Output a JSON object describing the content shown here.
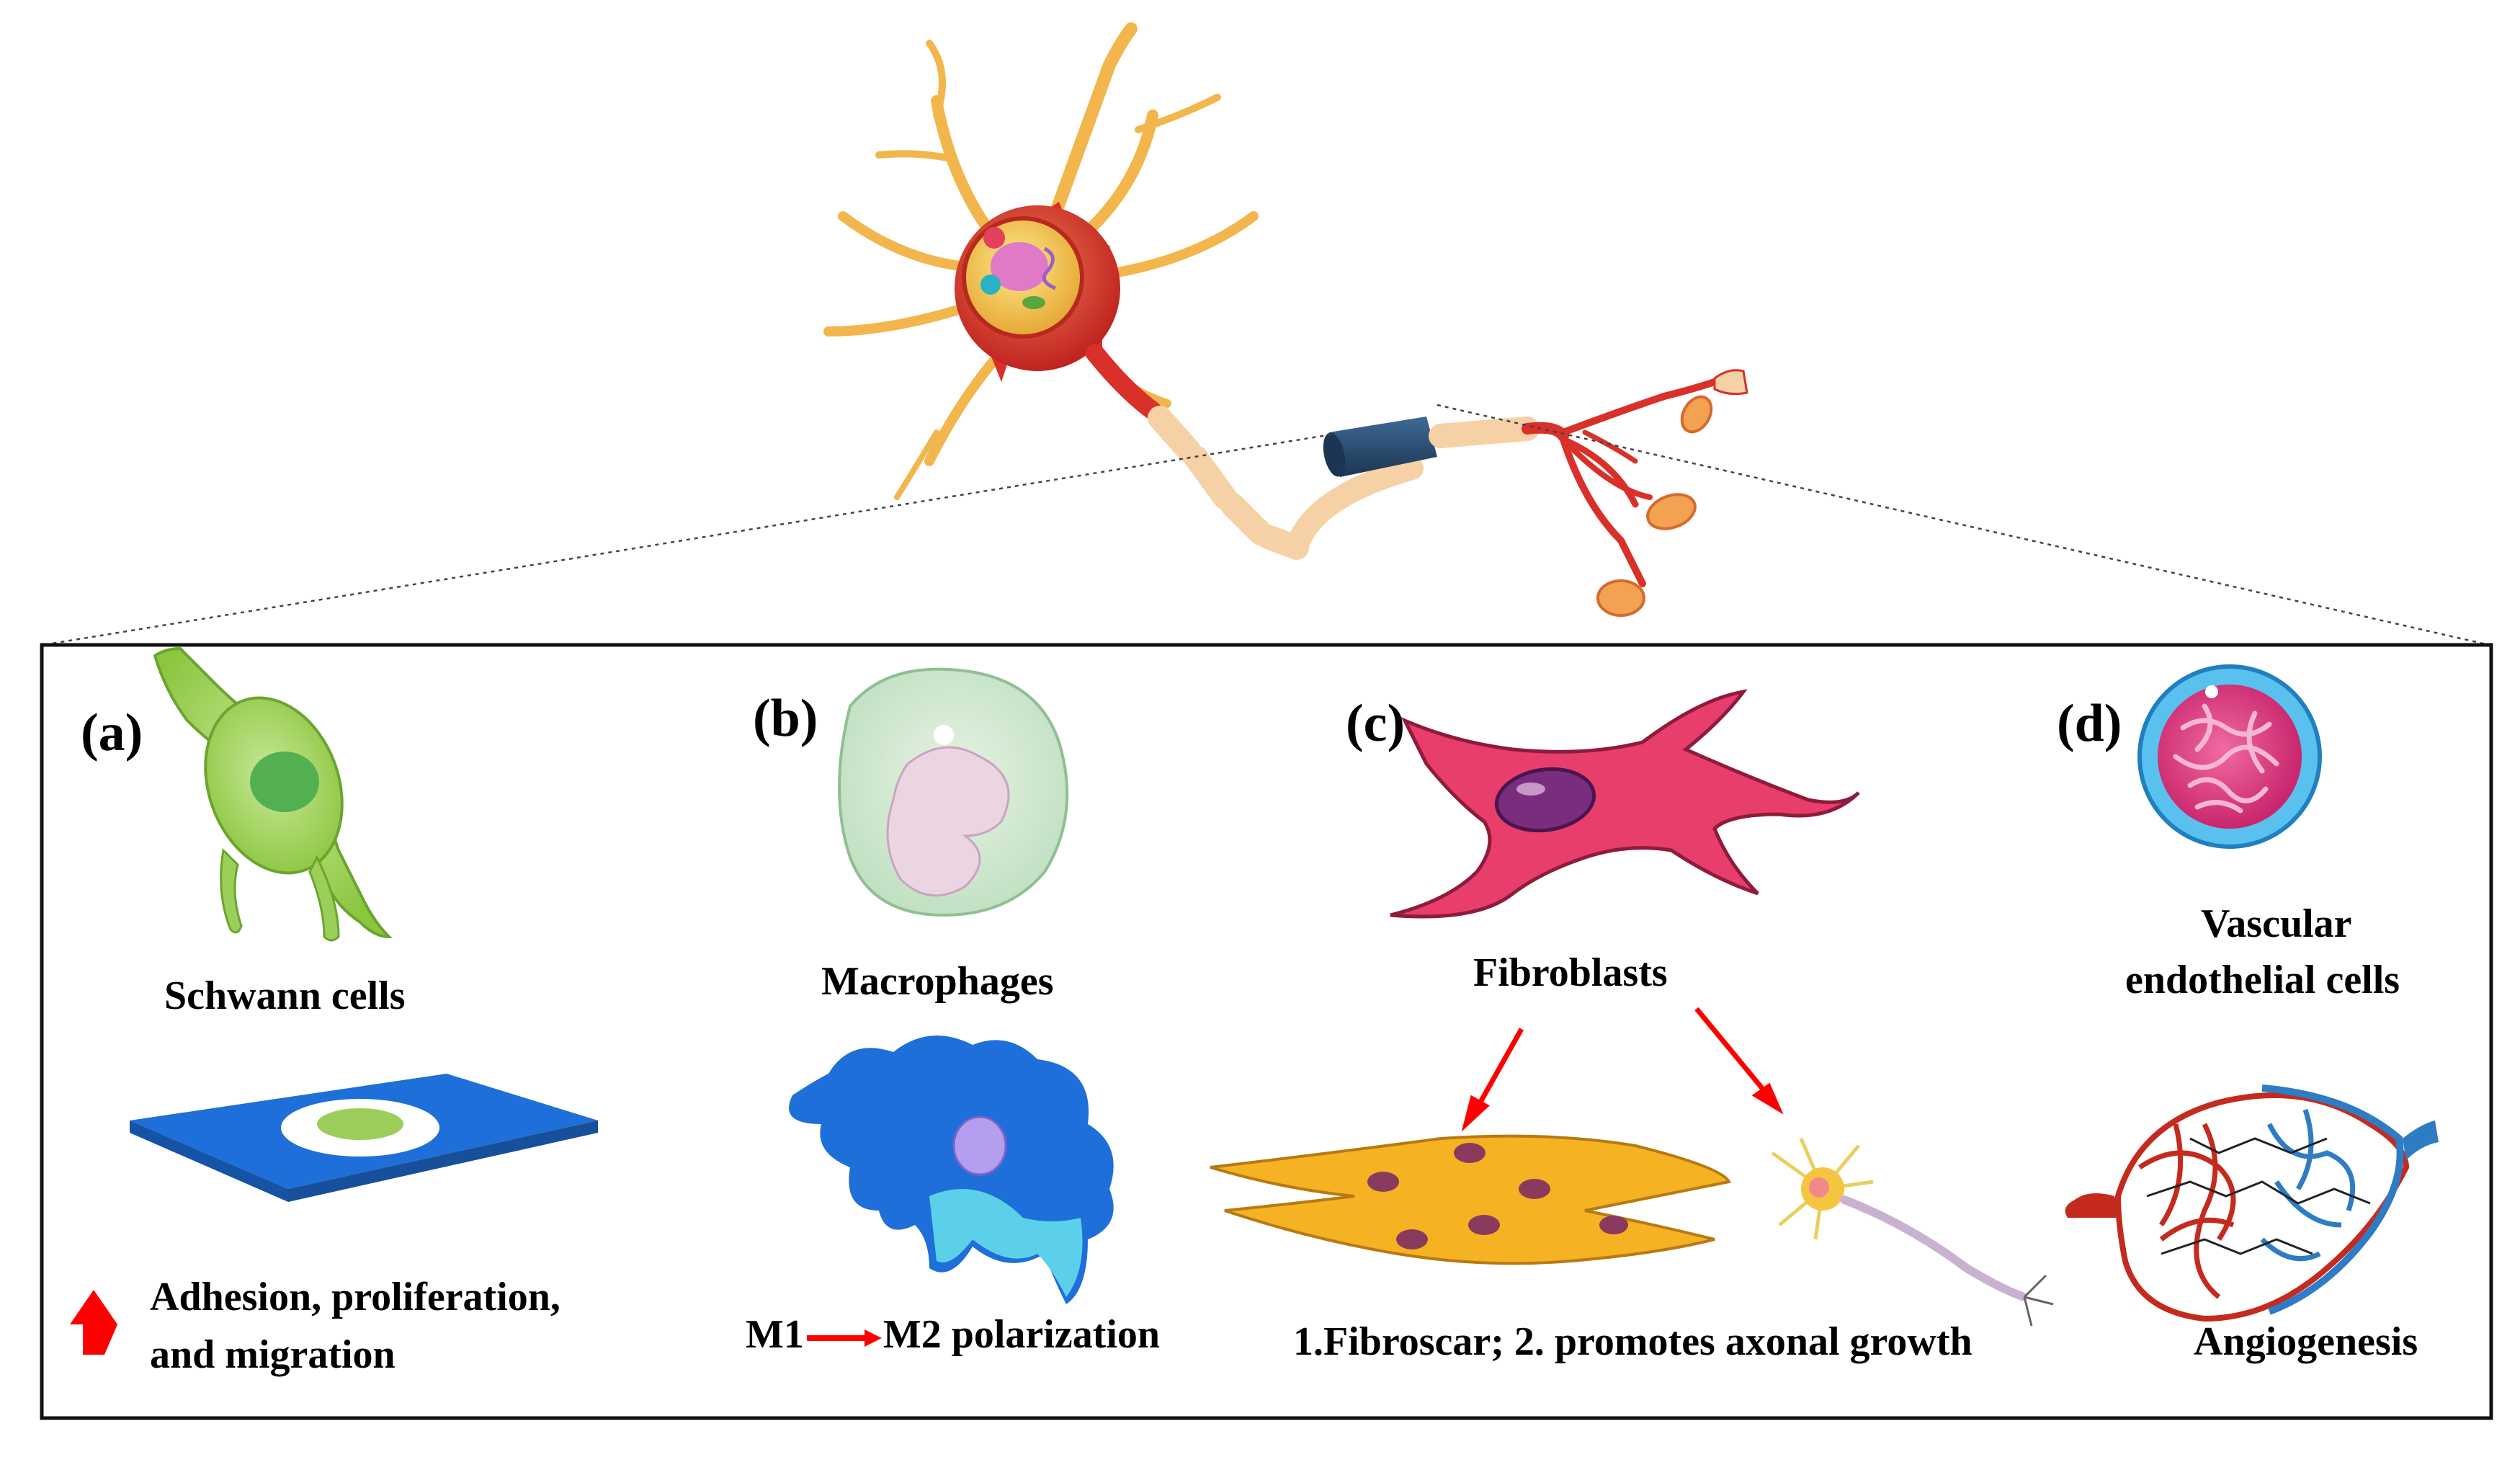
{
  "panels": {
    "a": {
      "letter": "(a)",
      "cell_name": "Schwann cells",
      "effect_line1": "Adhesion,   proliferation,",
      "effect_line2": "and migration",
      "effect_icon": "red-up-arrow-icon"
    },
    "b": {
      "letter": "(b)",
      "cell_name": "Macrophages",
      "effect_from": "M1",
      "effect_to": "M2 polarization",
      "effect_icon": "red-right-arrow-icon"
    },
    "c": {
      "letter": "(c)",
      "cell_name": "Fibroblasts",
      "effect": "1.Fibroscar; 2. promotes axonal growth"
    },
    "d": {
      "letter": "(d)",
      "cell_name_line1": "Vascular",
      "cell_name_line2": "endothelial cells",
      "effect": "Angiogenesis"
    }
  },
  "colors": {
    "arrow_red": "#ff0000",
    "schwann_green": "#8cc63f",
    "macrophage_blue": "#1e6fd9",
    "fibroblast_pink": "#e83e6c",
    "endothelial_pink": "#e84a8a",
    "neuron_red": "#d9302a",
    "conduit_blue": "#274a6e"
  }
}
